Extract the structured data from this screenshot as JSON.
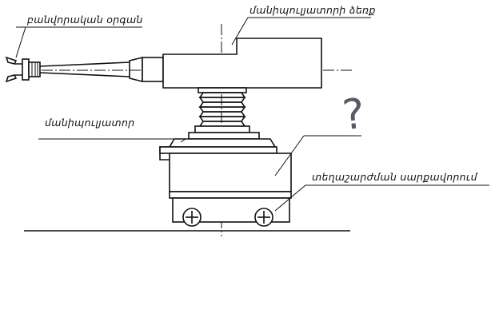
{
  "labels": {
    "gripper": "բանվորական օրգան",
    "manipulator_arm": "մանիպուլյատորի ձեռք",
    "manipulator": "մանիպուլյատոր",
    "transport_device": "տեղաշարժման սարքավորում"
  },
  "annotation": {
    "symbol": "?",
    "color": "#5a5a66"
  }
}
